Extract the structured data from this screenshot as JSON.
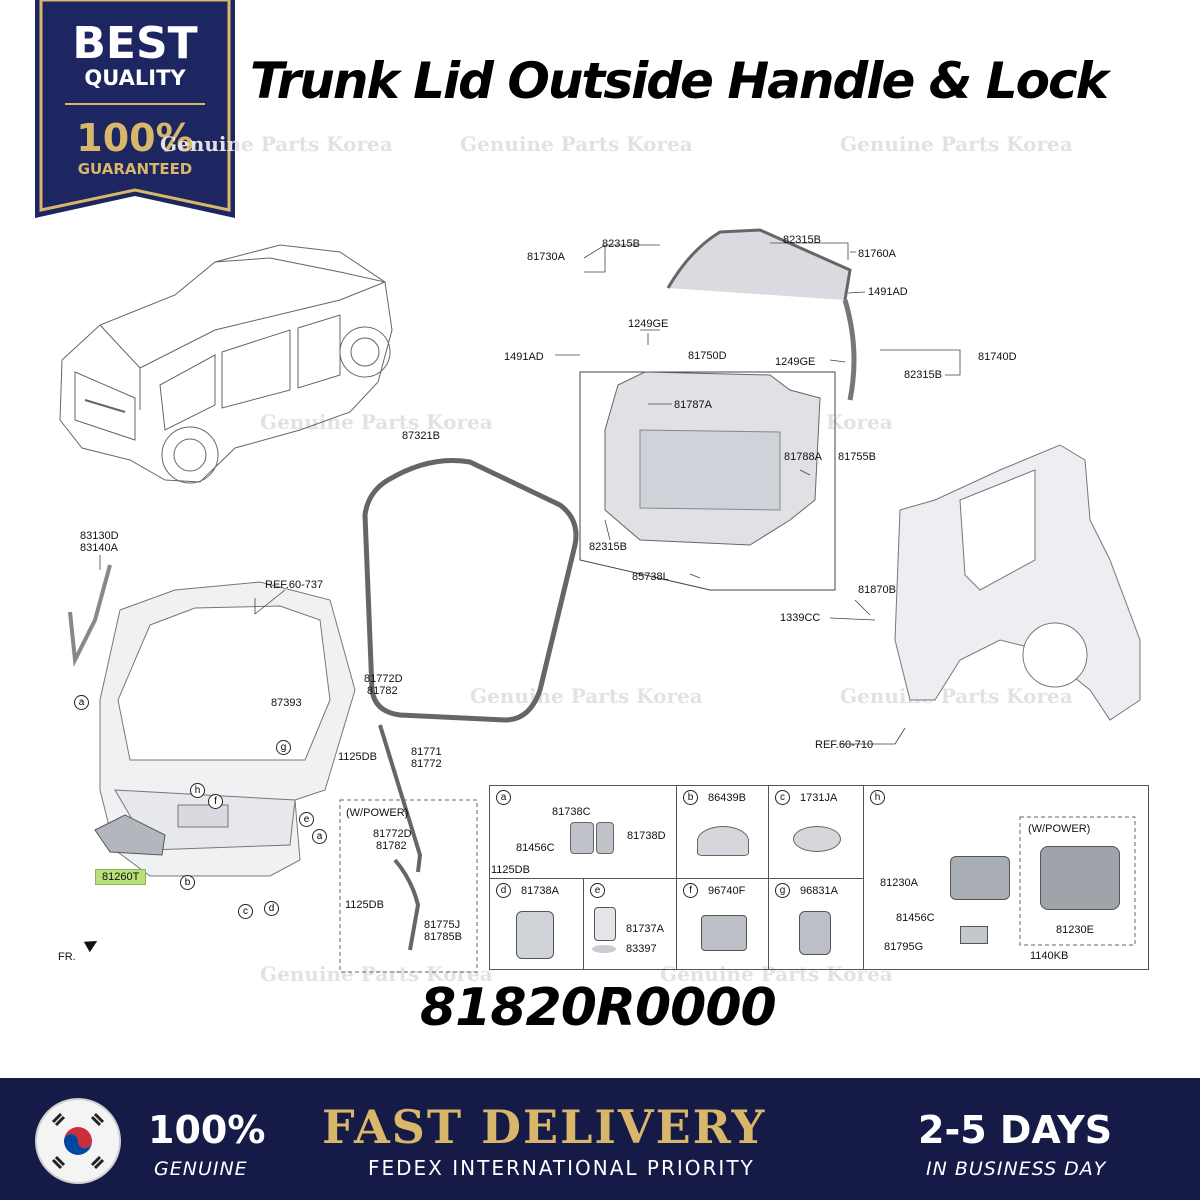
{
  "badge": {
    "line1": "BEST",
    "line2": "QUALITY",
    "line3": "100%",
    "line4": "GUARANTEED"
  },
  "title": "Trunk Lid Outside Handle & Lock",
  "watermark": "Genuine Parts Korea",
  "part_number": "81820R0000",
  "diagram": {
    "labels": {
      "l81730A": "81730A",
      "l82315B_1": "82315B",
      "l82315B_2": "82315B",
      "l81760A": "81760A",
      "l1491AD_1": "1491AD",
      "l1249GE_1": "1249GE",
      "l1491AD_2": "1491AD",
      "l81750D": "81750D",
      "l1249GE_2": "1249GE",
      "l81740D": "81740D",
      "l82315B_3": "82315B",
      "l81787A": "81787A",
      "l87321B": "87321B",
      "l81788A": "81788A",
      "l81755B": "81755B",
      "l82315B_4": "82315B",
      "l85738L": "85738L",
      "l81870B": "81870B",
      "l1339CC": "1339CC",
      "lref710": "REF.60-710",
      "l83130D": "83130D",
      "l83140A": "83140A",
      "lref737": "REF.60-737",
      "l87393": "87393",
      "l81772D_1": "81772D",
      "l81782_1": "81782",
      "l1125DB_1": "1125DB",
      "l81771": "81771",
      "l81772": "81772",
      "lwpower1": "(W/POWER)",
      "l81772D_2": "81772D",
      "l81782_2": "81782",
      "l1125DB_2": "1125DB",
      "l81775J": "81775J",
      "l81785B": "81785B",
      "l81260T": "81260T",
      "lfr": "FR."
    },
    "callouts": {
      "a": "a",
      "b": "b",
      "c": "c",
      "d": "d",
      "e": "e",
      "f": "f",
      "g": "g",
      "h": "h"
    },
    "table": {
      "a_parts": [
        "81738C",
        "81456C",
        "81738D",
        "1125DB"
      ],
      "b_part": "86439B",
      "c_part": "1731JA",
      "d_part": "81738A",
      "e_parts": [
        "81737A",
        "83397"
      ],
      "f_part": "96740F",
      "g_part": "96831A",
      "h_parts": [
        "81230A",
        "81456C",
        "81795G",
        "1140KB",
        "81230E"
      ],
      "h_wpower": "(W/POWER)"
    }
  },
  "footer": {
    "genuine_big": "100%",
    "genuine_small": "GENUINE",
    "fast": "FAST DELIVERY",
    "fedex": "FEDEX INTERNATIONAL PRIORITY",
    "days": "2-5 DAYS",
    "days_small": "IN BUSINESS DAY"
  },
  "colors": {
    "navy": "#161a46",
    "gold": "#d8b76a",
    "highlight": "#b7e07a"
  }
}
